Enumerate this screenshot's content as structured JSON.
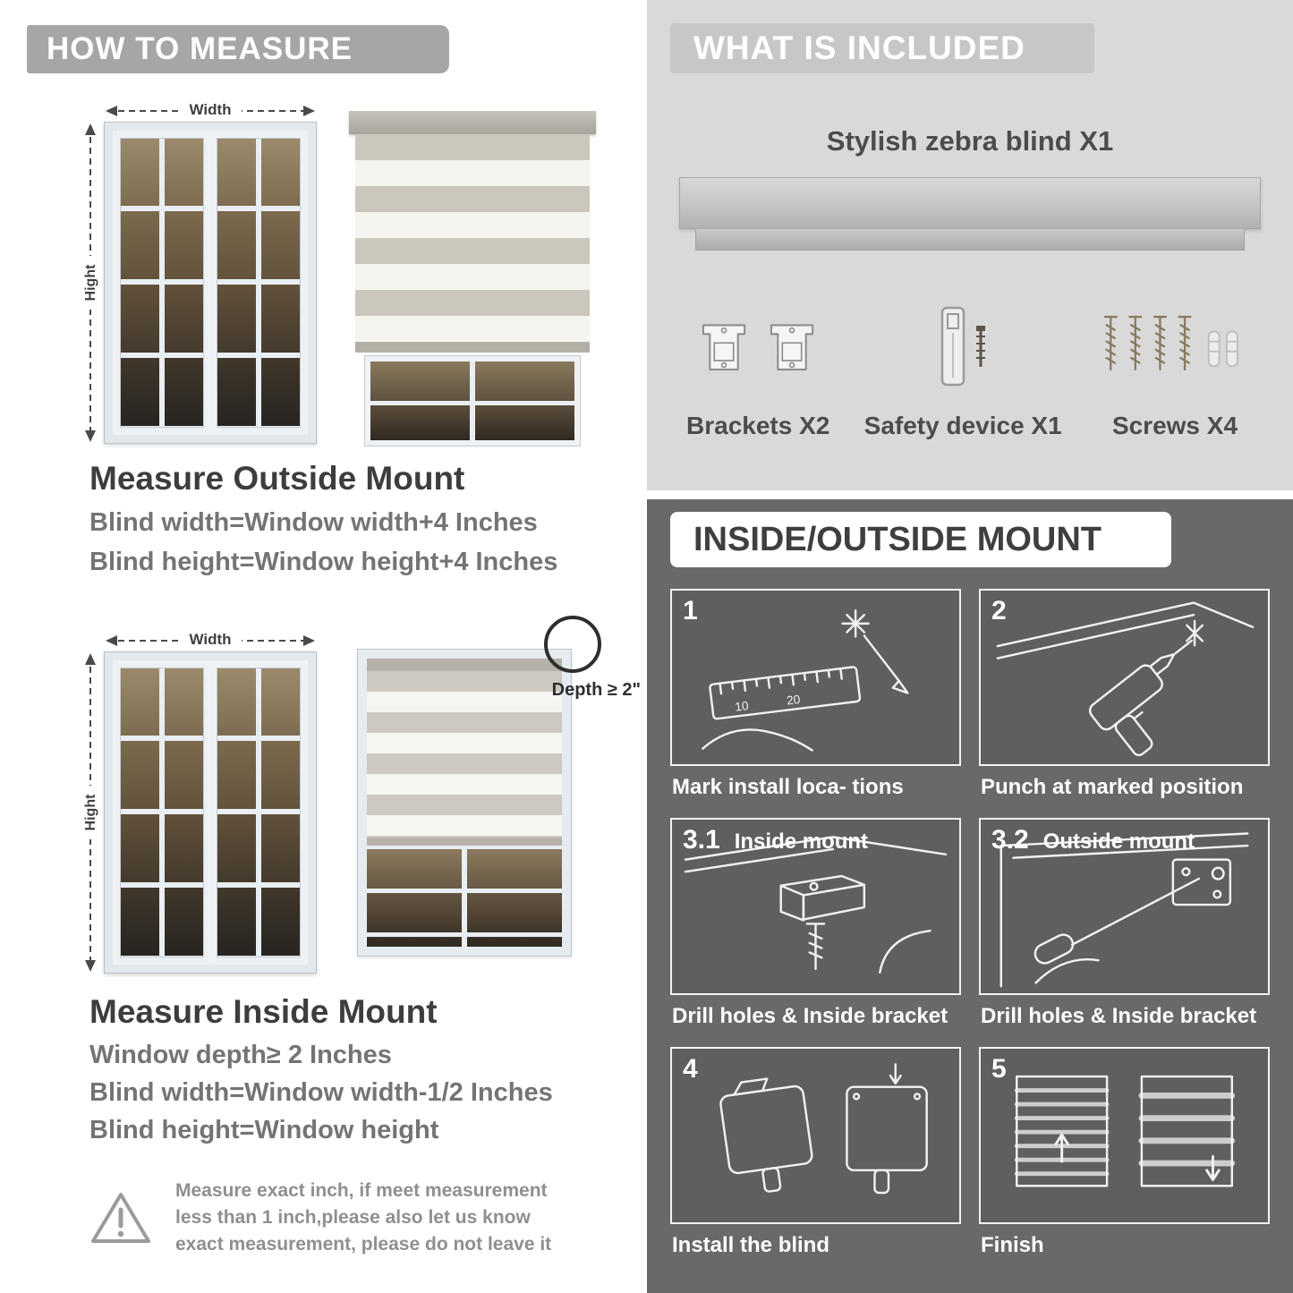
{
  "palette": {
    "left_header_gray": "#a6a6a6",
    "included_bg": "#d9d9d9",
    "mount_bg": "#696969",
    "text_dark": "#3d3d3d",
    "text_gray": "#747474"
  },
  "left": {
    "header": "HOW TO MEASURE",
    "measure_labels": {
      "width": "Width",
      "height": "Hight",
      "depth": "Depth ≥ 2\""
    },
    "outside": {
      "title": "Measure Outside Mount",
      "lines": [
        "Blind width=Window width+4 Inches",
        "Blind height=Window height+4 Inches"
      ]
    },
    "inside": {
      "title": "Measure Inside Mount",
      "lines": [
        "Window depth≥ 2 Inches",
        "Blind width=Window width-1/2 Inches",
        "Blind height=Window height"
      ]
    },
    "note": "Measure exact inch, if meet measurement less than 1 inch,please also let us know exact measurement, please do not leave it"
  },
  "included": {
    "header": "WHAT IS INCLUDED",
    "product_title": "Stylish zebra blind X1",
    "items": [
      {
        "label": "Brackets X2"
      },
      {
        "label": "Safety device X1"
      },
      {
        "label": "Screws X4"
      }
    ]
  },
  "mount": {
    "header": "INSIDE/OUTSIDE MOUNT",
    "steps": [
      {
        "num": "1",
        "label": "",
        "caption": "Mark install loca- tions"
      },
      {
        "num": "2",
        "label": "",
        "caption": "Punch at marked position"
      },
      {
        "num": "3.1",
        "label": "Inside mount",
        "caption": "Drill holes &  Inside bracket"
      },
      {
        "num": "3.2",
        "label": "Outside mount",
        "caption": "Drill holes &  Inside bracket"
      },
      {
        "num": "4",
        "label": "",
        "caption": "Install the blind"
      },
      {
        "num": "5",
        "label": "",
        "caption": "Finish"
      }
    ]
  }
}
